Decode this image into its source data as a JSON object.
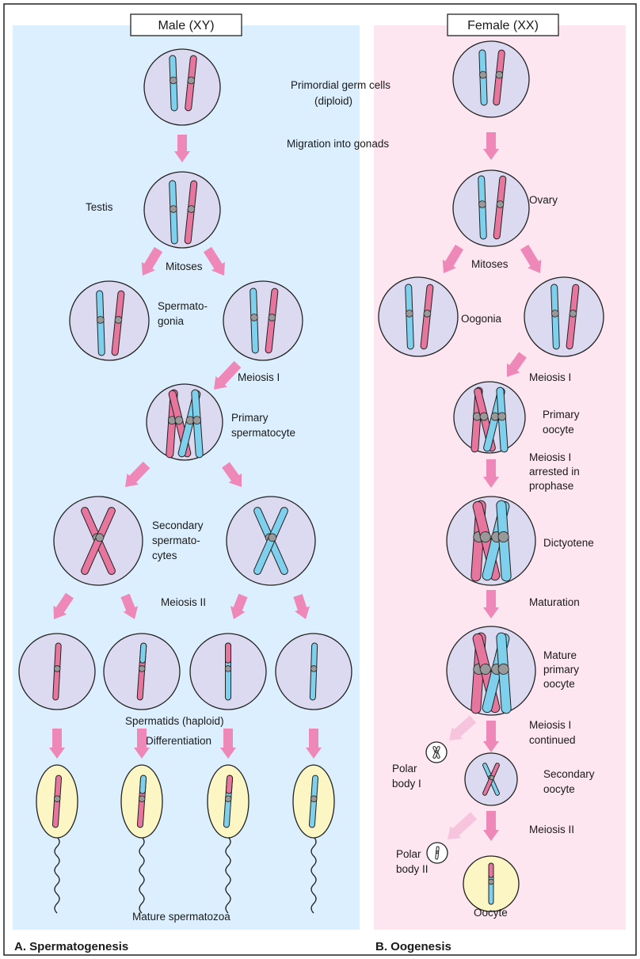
{
  "headers": {
    "male": "Male (XY)",
    "female": "Female (XX)"
  },
  "captions": {
    "a": "A. Spermatogenesis",
    "b": "B. Oogenesis"
  },
  "labels": {
    "primordial_1": "Primordial germ cells",
    "primordial_2": "(diploid)",
    "migration": "Migration into gonads",
    "testis": "Testis",
    "ovary": "Ovary",
    "mitoses_male": "Mitoses",
    "mitoses_female": "Mitoses",
    "spermatogonia_1": "Spermato-",
    "spermatogonia_2": "gonia",
    "oogonia": "Oogonia",
    "meiosis1_male": "Meiosis I",
    "meiosis1_female": "Meiosis I",
    "primary_spermatocyte_1": "Primary",
    "primary_spermatocyte_2": "spermatocyte",
    "primary_oocyte_1": "Primary",
    "primary_oocyte_2": "oocyte",
    "arrested_1": "Meiosis I",
    "arrested_2": "arrested in",
    "arrested_3": "prophase",
    "secondary_spermatocytes_1": "Secondary",
    "secondary_spermatocytes_2": "spermato-",
    "secondary_spermatocytes_3": "cytes",
    "dictyotene": "Dictyotene",
    "meiosis2_male": "Meiosis II",
    "maturation": "Maturation",
    "mature_primary_1": "Mature",
    "mature_primary_2": "primary",
    "mature_primary_3": "oocyte",
    "spermatids": "Spermatids (haploid)",
    "differentiation": "Differentiation",
    "meiosis1_continued_1": "Meiosis I",
    "meiosis1_continued_2": "continued",
    "polar_body1_1": "Polar",
    "polar_body1_2": "body I",
    "secondary_oocyte_1": "Secondary",
    "secondary_oocyte_2": "oocyte",
    "meiosis2_female": "Meiosis II",
    "polar_body2_1": "Polar",
    "polar_body2_2": "body II",
    "mature_spermatozoa": "Mature spermatozoa",
    "oocyte": "Oocyte"
  },
  "colors": {
    "male_panel": "#dcefff",
    "female_panel": "#fde6ef",
    "cell_fill": "#dcdaf0",
    "sperm_fill": "#fbf6c4",
    "arrow": "#ee88b8",
    "arrow_faint": "#f6c4dc",
    "chrom_blue": "#7fd0ec",
    "chrom_pink": "#e6769e"
  }
}
